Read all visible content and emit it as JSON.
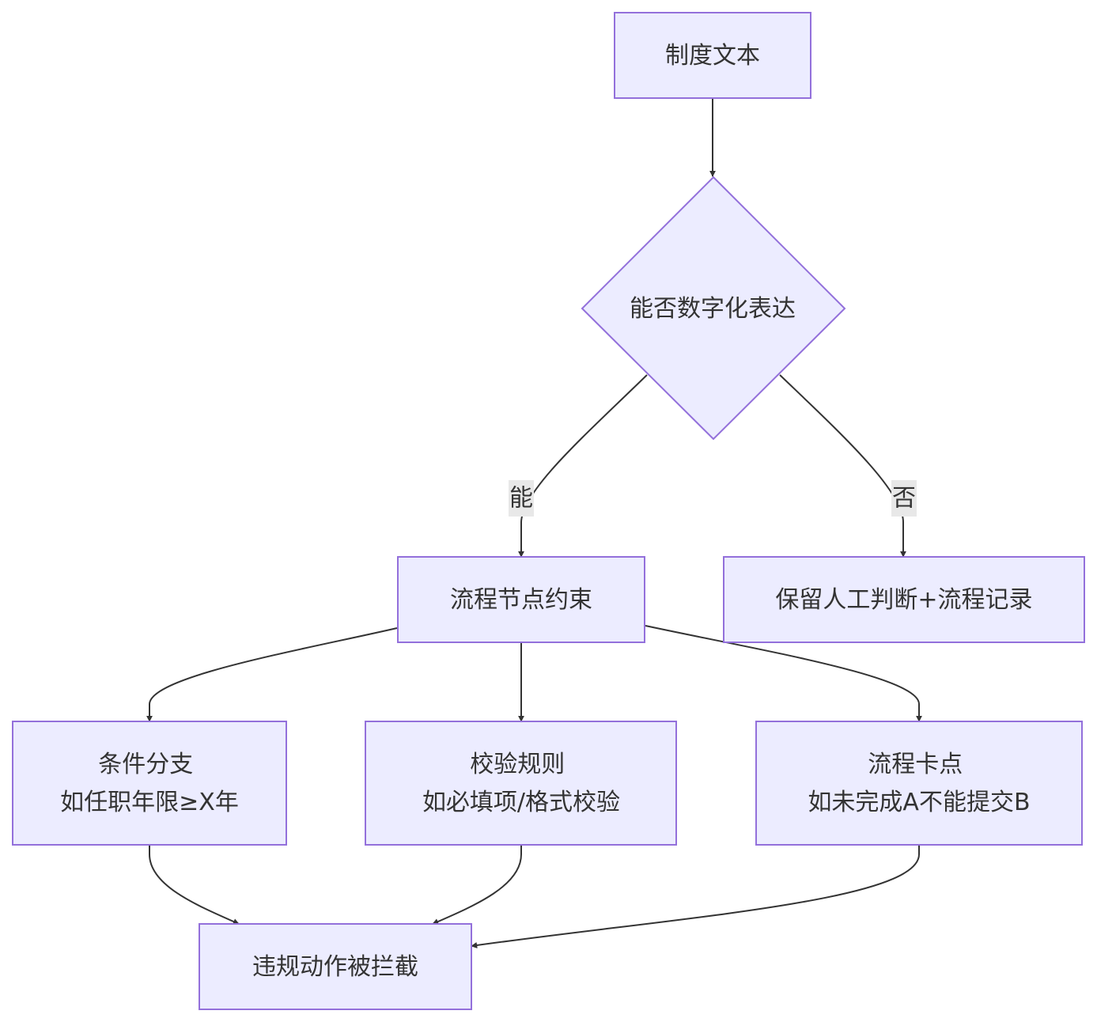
{
  "nodes": {
    "policy_text": {
      "lines": [
        "制度文本"
      ]
    },
    "can_digitize": {
      "lines": [
        "能否数字化表达"
      ]
    },
    "process_constraint": {
      "lines": [
        "流程节点约束"
      ]
    },
    "manual_judgment": {
      "lines": [
        "保留人工判断+流程记录"
      ]
    },
    "condition_branch": {
      "lines": [
        "条件分支",
        "如任职年限≥X年"
      ]
    },
    "validation_rules": {
      "lines": [
        "校验规则",
        "如必填项/格式校验"
      ]
    },
    "process_checkpoint": {
      "lines": [
        "流程卡点",
        "如未完成A不能提交B"
      ]
    },
    "violation_blocked": {
      "lines": [
        "违规动作被拦截"
      ]
    }
  },
  "edges": {
    "yes_label": "能",
    "no_label": "否"
  },
  "colors": {
    "node_fill": "#ececff",
    "node_stroke": "#9370db",
    "edge": "#333333",
    "text": "#333333",
    "edge_label_bg": "#e8e8e8"
  }
}
